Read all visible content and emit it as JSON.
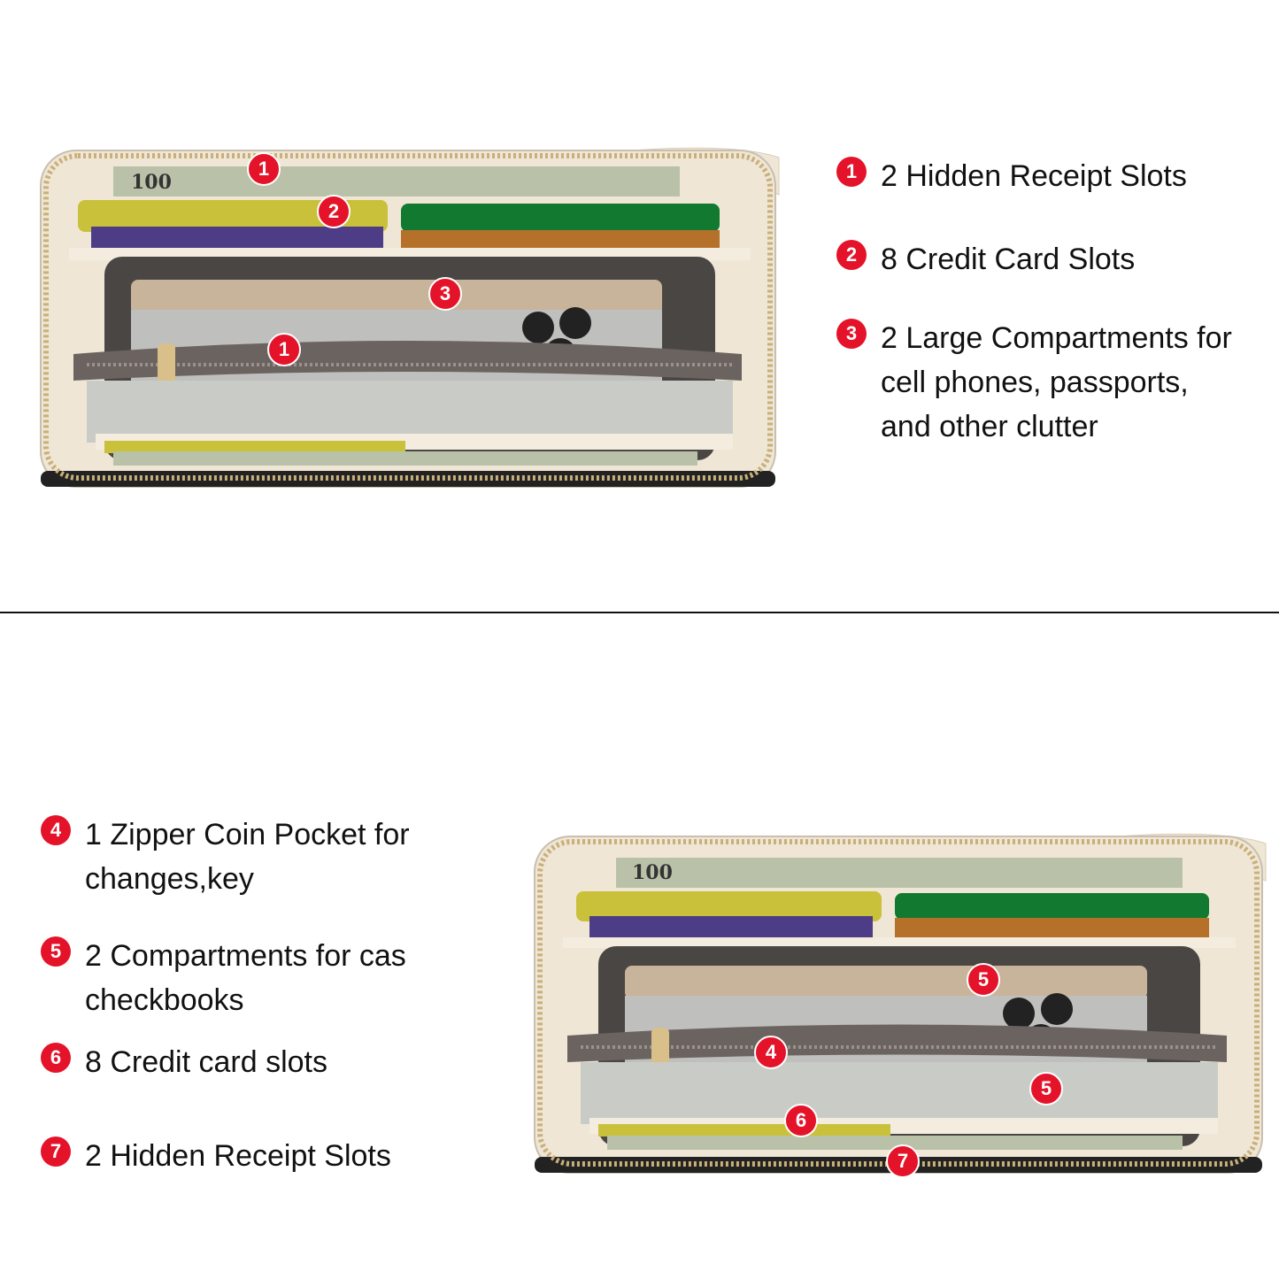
{
  "top_features": [
    {
      "num": "1",
      "text": "2 Hidden Receipt Slots"
    },
    {
      "num": "2",
      "text": "8 Credit Card Slots"
    },
    {
      "num": "3",
      "text": "2 Large Compartments for\ncell phones, passports,\nand other clutter"
    }
  ],
  "bottom_features": [
    {
      "num": "4",
      "text": "1 Zipper Coin Pocket for\nchanges,key"
    },
    {
      "num": "5",
      "text": "2 Compartments for cas\ncheckbooks"
    },
    {
      "num": "6",
      "text": "8 Credit card slots"
    },
    {
      "num": "7",
      "text": "2 Hidden Receipt Slots"
    }
  ],
  "top_markers": [
    "1",
    "2",
    "3",
    "1"
  ],
  "bottom_markers": [
    "5",
    "4",
    "5",
    "6",
    "7"
  ],
  "banknote_text": "100",
  "colors": {
    "marker": "#e4132a",
    "wallet_leather": "#efe6d6",
    "zipper": "#c9b07a"
  }
}
